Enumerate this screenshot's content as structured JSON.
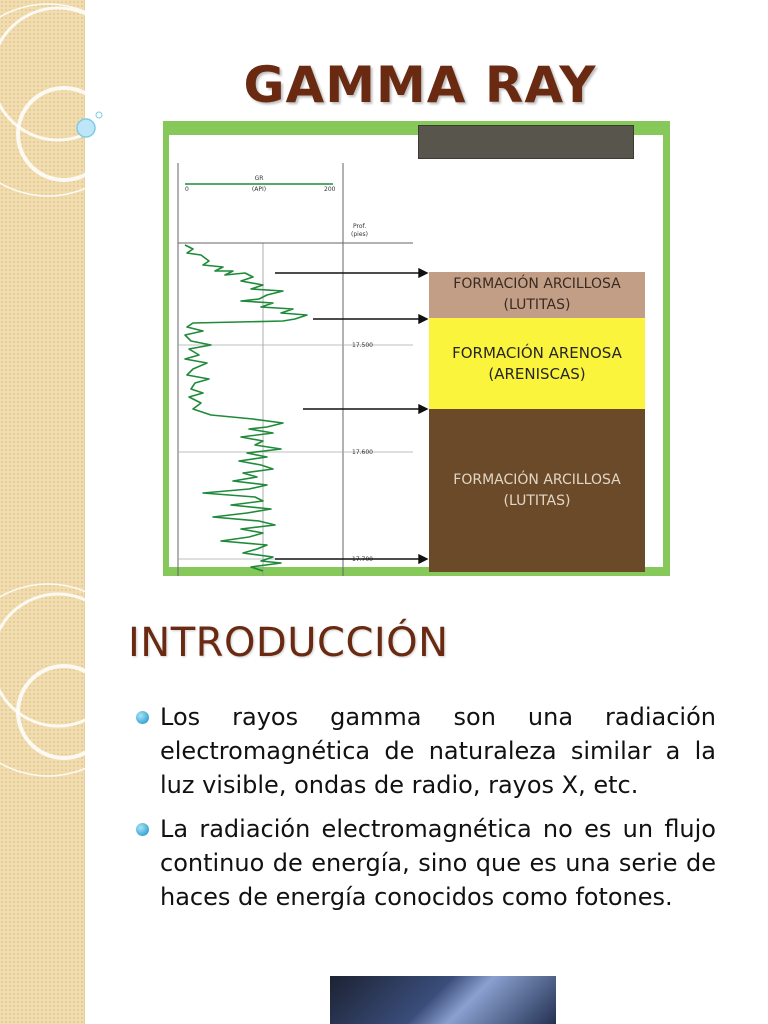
{
  "slide1": {
    "title": "GAMMA RAY",
    "figure": {
      "gr_label": "GR",
      "api_label": "(API)",
      "scale_min": "0",
      "scale_max": "200",
      "depth_header_1": "Prof.",
      "depth_header_2": "(pies)",
      "depths": [
        "17.500",
        "17.600",
        "17.700"
      ],
      "formations": [
        {
          "name": "FORMACIÓN ARCILLOSA",
          "type": "(LUTITAS)",
          "color": "#c39e86"
        },
        {
          "name": "FORMACIÓN ARENOSA",
          "type": "(ARENISCAS)",
          "color": "#fbf43d"
        },
        {
          "name": "FORMACIÓN ARCILLOSA",
          "type": "(LUTITAS)",
          "color": "#6b4a2a"
        }
      ],
      "log_color": "#1f8a3a",
      "frame_color": "#86c85a"
    }
  },
  "slide2": {
    "title": "INTRODUCCIÓN",
    "bullets": [
      "Los rayos gamma son una radiación electromagnética de naturaleza similar a la luz visible, ondas de radio, rayos X, etc.",
      "La radiación electromagnética no es un flujo continuo de energía, sino que es una serie de haces de energía conocidos como fotones."
    ]
  },
  "theme": {
    "title_color": "#6a2a12",
    "bullet_color": "#3ea8d4",
    "strip_color": "#f1ddb0"
  }
}
